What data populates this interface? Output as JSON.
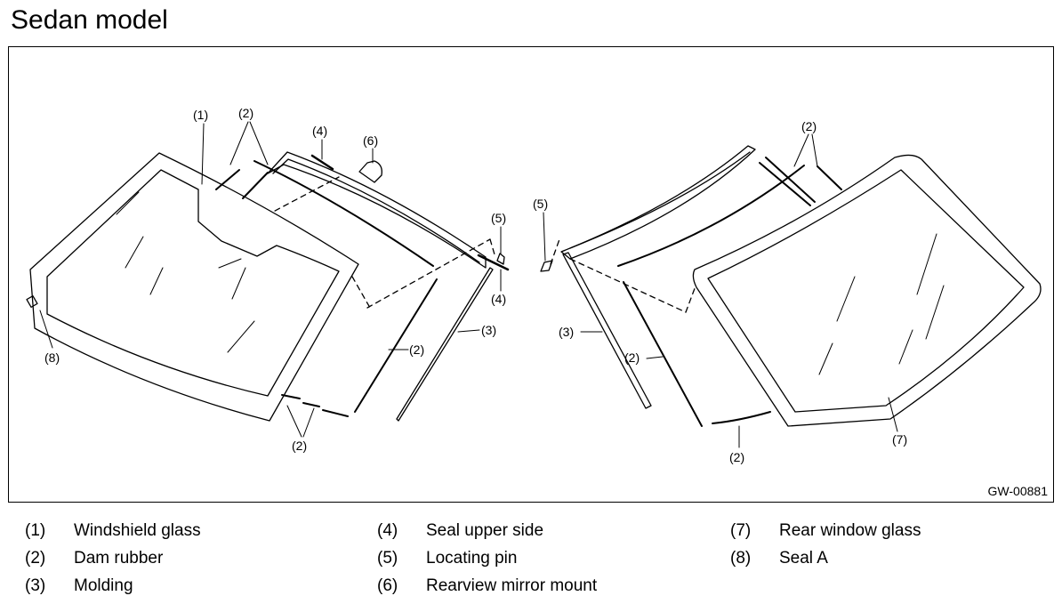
{
  "title": "Sedan model",
  "figure_id": "GW-00881",
  "callouts": {
    "c1": "(1)",
    "c2a": "(2)",
    "c4a": "(4)",
    "c6": "(6)",
    "c5a": "(5)",
    "c4b": "(4)",
    "c3a": "(3)",
    "c2b": "(2)",
    "c2c": "(2)",
    "c8": "(8)",
    "c5b": "(5)",
    "c2d": "(2)",
    "c3b": "(3)",
    "c2e": "(2)",
    "c2f": "(2)",
    "c7": "(7)"
  },
  "legend": [
    {
      "num": "(1)",
      "text": "Windshield glass"
    },
    {
      "num": "(2)",
      "text": "Dam rubber"
    },
    {
      "num": "(3)",
      "text": "Molding"
    },
    {
      "num": "(4)",
      "text": "Seal upper side"
    },
    {
      "num": "(5)",
      "text": "Locating pin"
    },
    {
      "num": "(6)",
      "text": "Rearview mirror mount"
    },
    {
      "num": "(7)",
      "text": "Rear window glass"
    },
    {
      "num": "(8)",
      "text": "Seal A"
    }
  ]
}
